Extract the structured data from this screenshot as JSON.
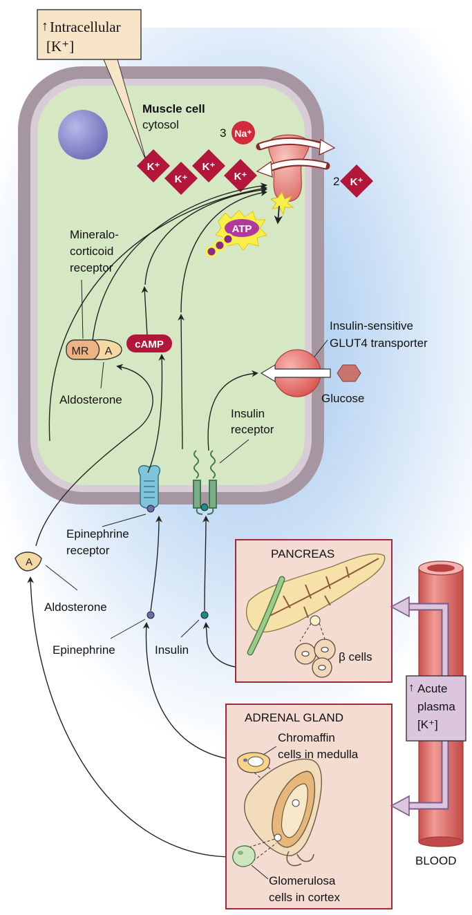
{
  "callout": {
    "arrow": "↑",
    "line1": "Intracellular",
    "line2": "[K⁺]"
  },
  "cell": {
    "title": "Muscle cell",
    "subtitle": "cytosol"
  },
  "pump": {
    "na_count": "3",
    "na_label": "Na⁺",
    "k_count": "2",
    "k_label": "K⁺",
    "atp_label": "ATP"
  },
  "ions": {
    "k_label": "K⁺"
  },
  "mr": {
    "line1": "Mineralo-",
    "line2": "corticoid",
    "line3": "receptor",
    "mr_text": "MR",
    "a_text": "A",
    "aldosterone": "Aldosterone"
  },
  "camp": {
    "label": "cAMP"
  },
  "glut4": {
    "line1": "Insulin-sensitive",
    "line2": "GLUT4 transporter",
    "glucose": "Glucose"
  },
  "insulin_receptor": {
    "line1": "Insulin",
    "line2": "receptor"
  },
  "epi_receptor": {
    "line1": "Epinephrine",
    "line2": "receptor"
  },
  "ligands": {
    "a_text": "A",
    "aldosterone": "Aldosterone",
    "epinephrine": "Epinephrine",
    "insulin": "Insulin"
  },
  "pancreas": {
    "title": "PANCREAS",
    "beta": "β cells"
  },
  "adrenal": {
    "title": "ADRENAL GLAND",
    "chromaffin1": "Chromaffin",
    "chromaffin2": "cells in medulla",
    "glom1": "Glomerulosa",
    "glom2": "cells in cortex"
  },
  "plasma": {
    "arrow": "↑",
    "line1": "Acute",
    "line2": "plasma",
    "line3": "[K⁺]"
  },
  "blood": {
    "label": "BLOOD"
  },
  "colors": {
    "membrane": "#a596a2",
    "cytosol": "#d6e7c4",
    "k_ion": "#b2163a",
    "pump": "#e9807a",
    "box_fill": "#f4dcd3",
    "box_border": "#a0283a",
    "vessel": "#e87a78",
    "plasma_box": "#dcc6de"
  }
}
